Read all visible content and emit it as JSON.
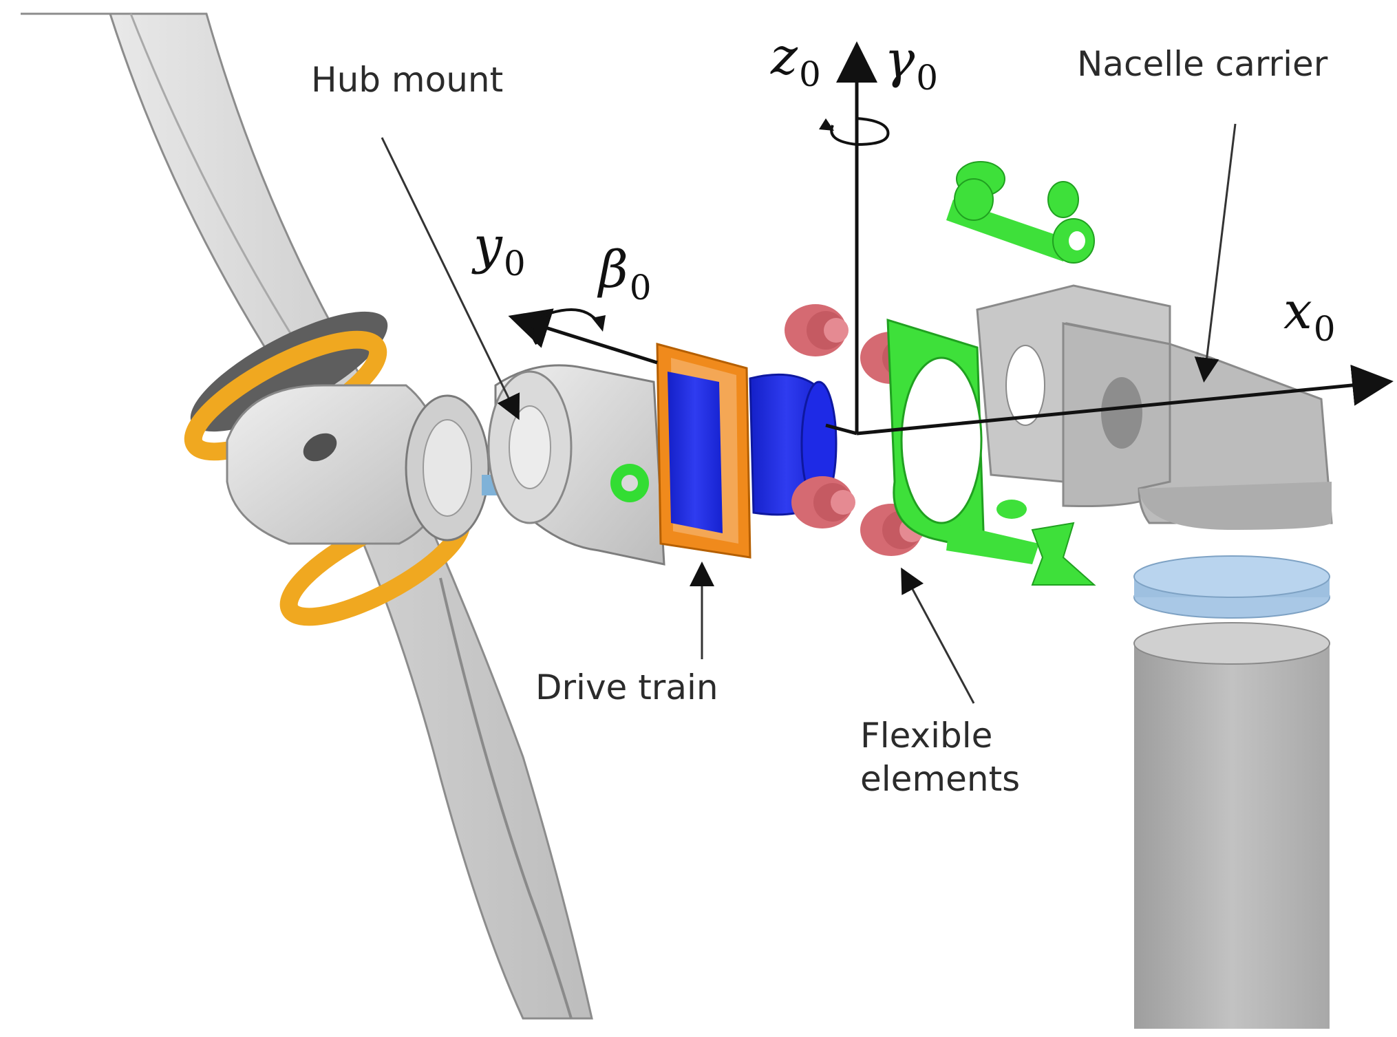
{
  "labels": {
    "hub_mount": "Hub mount",
    "drive_train": "Drive train",
    "flexible_elements": "Flexible\nelements",
    "nacelle_carrier": "Nacelle carrier"
  },
  "axes": {
    "x": {
      "symbol": "x",
      "sub": "0"
    },
    "y": {
      "symbol": "y",
      "sub": "0"
    },
    "z": {
      "symbol": "z",
      "sub": "0"
    },
    "beta": {
      "symbol": "β",
      "sub": "0"
    },
    "gamma": {
      "symbol": "γ",
      "sub": "0"
    }
  },
  "colors": {
    "blade": "#d9d9d9",
    "ring": "#f0a820",
    "drive_train": "#1f2fe0",
    "frame": "#f08a1c",
    "flexible_element": "#d56a72",
    "green_part": "#3ee03a",
    "nacelle": "#b8b8b8",
    "bearing_disk": "#9ec0e0",
    "tower": "#b4b4b4",
    "arrow": "#111111"
  }
}
